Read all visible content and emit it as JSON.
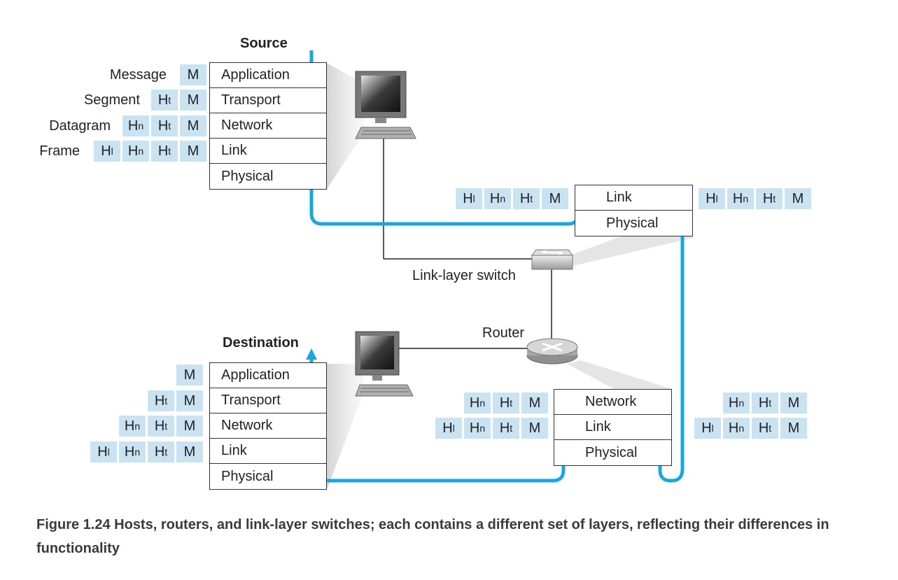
{
  "source_host": {
    "title": "Source",
    "layers": [
      "Application",
      "Transport",
      "Network",
      "Link",
      "Physical"
    ],
    "encap_labels": [
      "Message",
      "Segment",
      "Datagram",
      "Frame"
    ],
    "encap_rows": [
      [
        "M"
      ],
      [
        "Ht",
        "M"
      ],
      [
        "Hn",
        "Ht",
        "M"
      ],
      [
        "Hl",
        "Hn",
        "Ht",
        "M"
      ]
    ]
  },
  "switch": {
    "label": "Link-layer switch",
    "layers": [
      "Link",
      "Physical"
    ],
    "in_frame": [
      "Hl",
      "Hn",
      "Ht",
      "M"
    ],
    "out_frame": [
      "Hl",
      "Hn",
      "Ht",
      "M"
    ]
  },
  "router": {
    "label": "Router",
    "layers": [
      "Network",
      "Link",
      "Physical"
    ],
    "in_rows": [
      [
        "Hn",
        "Ht",
        "M"
      ],
      [
        "Hl",
        "Hn",
        "Ht",
        "M"
      ]
    ],
    "out_rows": [
      [
        "Hn",
        "Ht",
        "M"
      ],
      [
        "Hl",
        "Hn",
        "Ht",
        "M"
      ]
    ]
  },
  "destination_host": {
    "title": "Destination",
    "layers": [
      "Application",
      "Transport",
      "Network",
      "Link",
      "Physical"
    ],
    "encap_rows": [
      [
        "M"
      ],
      [
        "Ht",
        "M"
      ],
      [
        "Hn",
        "Ht",
        "M"
      ],
      [
        "Hl",
        "Hn",
        "Ht",
        "M"
      ]
    ]
  },
  "caption": "Figure 1.24 Hosts, routers, and link-layer switches; each contains a different set of layers, reflecting their differences in functionality",
  "colors": {
    "path": "#1aa7e0",
    "header_cell": "#c9e3f2",
    "device_gray": "#9a9a9a"
  },
  "icons": [
    "computer-icon",
    "switch-icon",
    "router-icon"
  ]
}
